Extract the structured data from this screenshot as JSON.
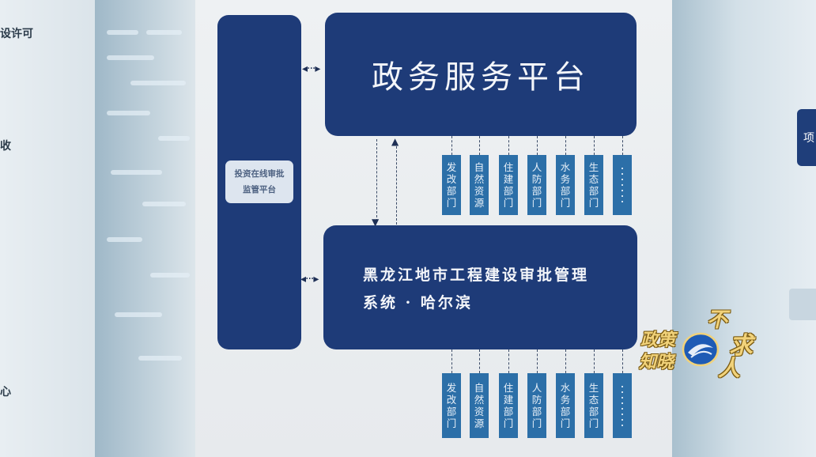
{
  "background": {
    "left_texts": [
      "设许可",
      "收",
      "心"
    ],
    "right_tab": "项"
  },
  "diagram": {
    "side_platform_lines": [
      "投资在线审批",
      "监管平台"
    ],
    "top_platform": "政务服务平台",
    "bottom_system_line1": "黑龙江地市工程建设审批管理",
    "bottom_system_line2": "系统 · 哈尔滨",
    "departments_top": [
      [
        "发",
        "改",
        "部",
        "门"
      ],
      [
        "自",
        "然",
        "资",
        "源"
      ],
      [
        "住",
        "建",
        "部",
        "门"
      ],
      [
        "人",
        "防",
        "部",
        "门"
      ],
      [
        "水",
        "务",
        "部",
        "门"
      ],
      [
        "生",
        "态",
        "部",
        "门"
      ]
    ],
    "departments_bottom": [
      [
        "发",
        "改",
        "部",
        "门"
      ],
      [
        "自",
        "然",
        "资",
        "源"
      ],
      [
        "住",
        "建",
        "部",
        "门"
      ],
      [
        "人",
        "防",
        "部",
        "门"
      ],
      [
        "水",
        "务",
        "部",
        "门"
      ],
      [
        "生",
        "态",
        "部",
        "门"
      ]
    ]
  },
  "logo": {
    "line1": "政策",
    "line2": "知晓",
    "calligraphy": [
      "不",
      "求",
      "人"
    ]
  },
  "colors": {
    "navy": "#1e3b78",
    "dept_blue": "#2c6fa8",
    "poster_bg": "#eef1f3",
    "gold": "#f1d27a"
  }
}
